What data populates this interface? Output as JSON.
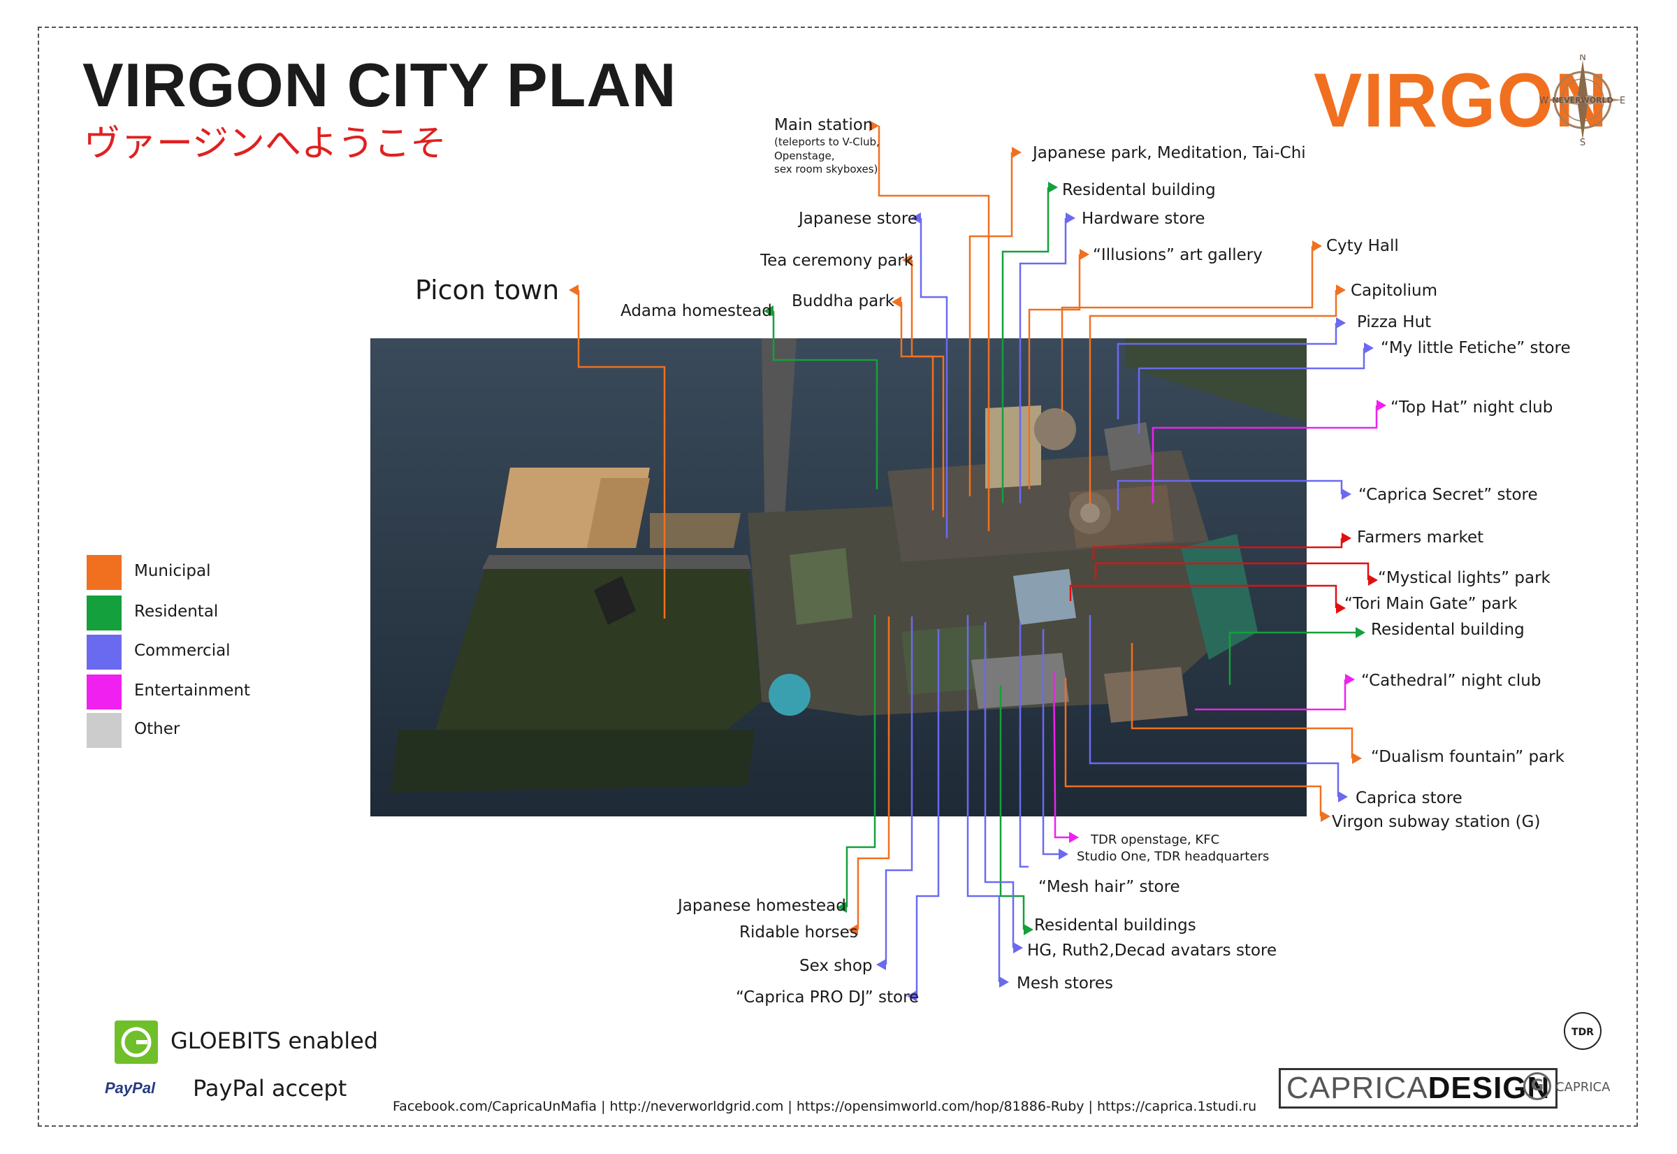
{
  "title": "VIRGON CITY PLAN",
  "subtitle": "ヴァージンへようこそ",
  "logo_text": "VIRGON",
  "compass": {
    "n": "N",
    "s": "S",
    "e": "E",
    "w": "W",
    "ring_text": "NEVERWORLD"
  },
  "legend": [
    {
      "label": "Municipal",
      "color": "#f07020"
    },
    {
      "label": "Residental",
      "color": "#14a03c"
    },
    {
      "label": "Commercial",
      "color": "#6a6af0"
    },
    {
      "label": "Entertainment",
      "color": "#f020f0"
    },
    {
      "label": "Other",
      "color": "#cccccc"
    }
  ],
  "labels": {
    "main_station": "Main station",
    "main_station_note1": "(teleports to V-Club,",
    "main_station_note2": "Openstage,",
    "main_station_note3": "sex room skyboxes)",
    "japanese_park": "Japanese park, Meditation, Tai-Chi",
    "residental_building_top": "Residental building",
    "hardware_store": "Hardware store",
    "japanese_store": "Japanese store",
    "illusions_gallery": "“Illusions” art gallery",
    "tea_ceremony_park": "Tea ceremony park",
    "cyty_hall": "Cyty Hall",
    "picon_town": "Picon town",
    "buddha_park": "Buddha park",
    "adama_homestead": "Adama homestead",
    "capitolium": "Capitolium",
    "pizza_hut": "Pizza Hut",
    "fetiche_store": "“My little Fetiche” store",
    "top_hat": "“Top Hat” night club",
    "caprica_secret": "“Caprica Secret” store",
    "farmers_market": "Farmers market",
    "mystical_lights": "“Mystical lights” park",
    "tori_main_gate": "“Tori Main Gate” park",
    "residental_building_right": "Residental building",
    "cathedral": "“Cathedral” night club",
    "dualism_fountain": "“Dualism fountain” park",
    "caprica_store": "Caprica store",
    "subway": "Virgon subway station (G)",
    "tdr_openstage": "TDR openstage, KFC",
    "studio_one": "Studio One, TDR headquarters",
    "mesh_hair": "“Mesh hair” store",
    "residental_buildings": "Residental buildings",
    "avatars_store": "HG, Ruth2,Decad avatars store",
    "mesh_stores": "Mesh stores",
    "japanese_homestead": "Japanese homestead",
    "ridable_horses": "Ridable horses",
    "sex_shop": "Sex shop",
    "pro_dj": "“Caprica PRO DJ” store"
  },
  "badges": {
    "gloebits": "GLOEBITS enabled",
    "paypal_logo": "PayPal",
    "paypal": "PayPal accept",
    "tdr": "TDR"
  },
  "brand": {
    "caprica_design_1": "CAPRICA",
    "caprica_design_2": "DESIGN",
    "caprica_small": "CAPRICA"
  },
  "footer": "Facebook.com/CapricaUnMafia  |  http://neverworldgrid.com  |  https://opensimworld.com/hop/81886-Ruby  |  https://caprica.1studi.ru"
}
